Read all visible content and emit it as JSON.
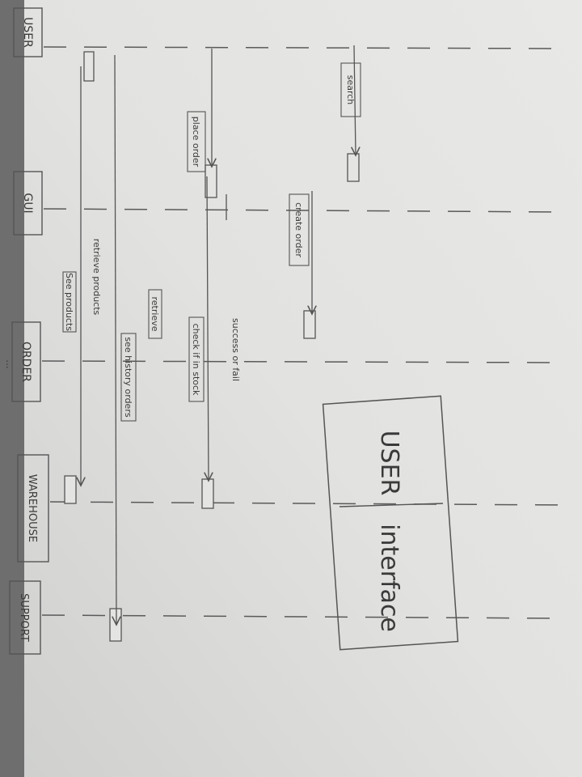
{
  "diagram": {
    "participants": [
      {
        "id": "user",
        "label": "USER"
      },
      {
        "id": "gui",
        "label": "GUI"
      },
      {
        "id": "order",
        "label": "ORDER"
      },
      {
        "id": "warehouse",
        "label": "WAREHOUSE"
      },
      {
        "id": "support",
        "label": "SUPPORT"
      }
    ],
    "messages": [
      {
        "id": "see-products",
        "label": "See products"
      },
      {
        "id": "retrieve-products",
        "label": "retrieve products"
      },
      {
        "id": "see-history-orders",
        "label": "see history orders"
      },
      {
        "id": "retrieve",
        "label": "retrieve"
      },
      {
        "id": "check-if-in-stock",
        "label": "check if in stock"
      },
      {
        "id": "success-or-fail",
        "label": "success or fail"
      },
      {
        "id": "place-order",
        "label": "place order"
      },
      {
        "id": "create-order",
        "label": "create order"
      },
      {
        "id": "search",
        "label": "search"
      }
    ],
    "note": {
      "left": "USER",
      "right": "interface"
    },
    "top_scribble": "..."
  }
}
